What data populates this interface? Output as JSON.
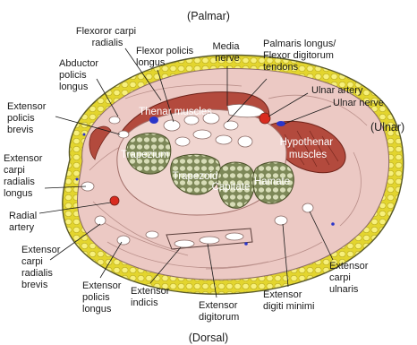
{
  "orientation": {
    "top": "(Palmar)",
    "bottom": "(Dorsal)",
    "right": "(Ulnar)"
  },
  "labels": {
    "flexor_carpi_radialis": [
      "Flexoror carpi",
      "radialis"
    ],
    "abductor_policis_longus": [
      "Abductor",
      "policis",
      "longus"
    ],
    "flexor_policis_longus": [
      "Flexor policis",
      "longus"
    ],
    "median_nerve": [
      "Media",
      "nerve"
    ],
    "palmaris_longus": [
      "Palmaris longus/",
      "Flexor digitorum",
      "tendons"
    ],
    "extensor_policis_brevis": [
      "Extensor",
      "policis",
      "brevis"
    ],
    "ulnar_artery": [
      "Ulnar artery"
    ],
    "ulnar_nerve": [
      "Ulnar nerve"
    ],
    "extensor_carpi_radialis_longus": [
      "Extensor",
      "carpi",
      "radialis",
      "longus"
    ],
    "radial_artery": [
      "Radial",
      "artery"
    ],
    "extensor_carpi_radialis_brevis": [
      "Extensor",
      "carpi",
      "radialis",
      "brevis"
    ],
    "extensor_policis_longus": [
      "Extensor",
      "policis",
      "longus"
    ],
    "extensor_indicis": [
      "Extensor",
      "indicis"
    ],
    "extensor_digitorum": [
      "Extensor",
      "digitorum"
    ],
    "extensor_digiti_minimi": [
      "Extensor",
      "digiti minimi"
    ],
    "extensor_carpi_ulnaris": [
      "Extensor",
      "carpi",
      "ulnaris"
    ]
  },
  "inner_labels": {
    "thenar_muscles": "Thenar muscles",
    "hypothenar_muscles": [
      "Hypothenar",
      "muscles"
    ],
    "trapezium": "Trapezium",
    "trapezoid": "Trapezoid",
    "capitate": "Capitate",
    "hamate": "Hamate"
  },
  "colors": {
    "skin_outline": "#5a5a2a",
    "fat_layer": "#e8dc3a",
    "fat_cells": "#f5ec6e",
    "tissue": "#ecc9c4",
    "tissue_line": "#b98f8a",
    "muscle": "#b34a3d",
    "muscle_dark": "#8e3128",
    "retinaculum": "#f0d5d0",
    "bone": "#c9d0a6",
    "bone_cell": "#7f8a5a",
    "artery": "#d92b1f",
    "nerve": "#2a35c9"
  }
}
